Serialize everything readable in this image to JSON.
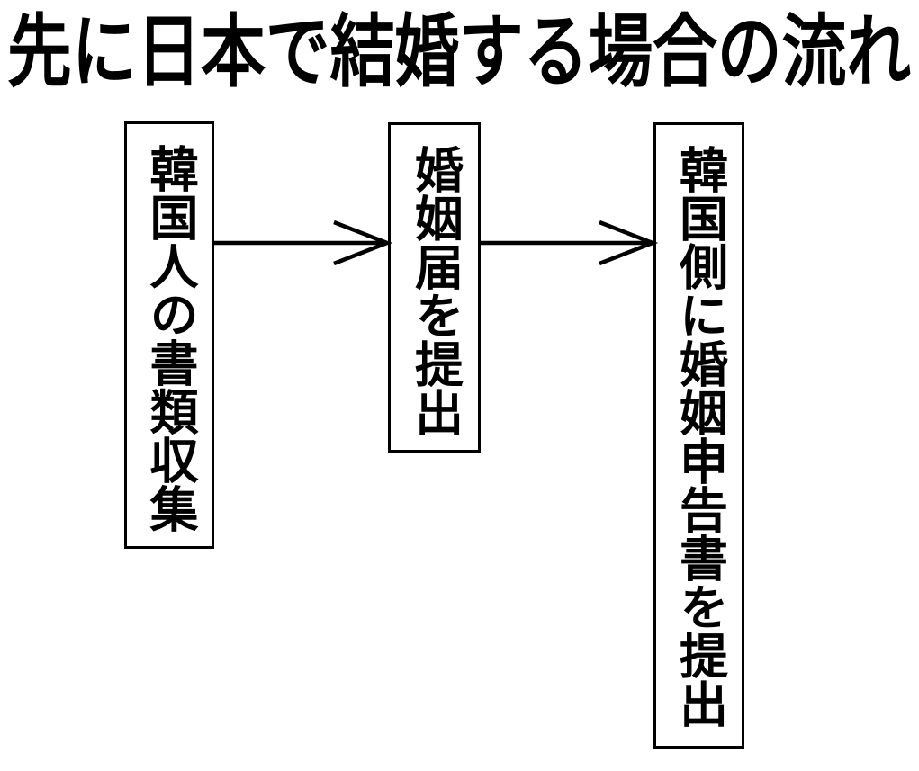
{
  "title": "先に日本で結婚する場合の流れ",
  "flow": {
    "steps": [
      {
        "label": "韓国人の書類収集"
      },
      {
        "label": "婚姻届を提出"
      },
      {
        "label": "韓国側に婚姻申告書を提出"
      }
    ],
    "arrows": [
      {
        "from_step": 1,
        "to_step": 2,
        "icon": "right-arrow-icon"
      },
      {
        "from_step": 2,
        "to_step": 3,
        "icon": "right-arrow-icon"
      }
    ]
  },
  "colors": {
    "background": "#ffffff",
    "stroke": "#000000",
    "text": "#000000",
    "box_fill": "#ffffff"
  }
}
